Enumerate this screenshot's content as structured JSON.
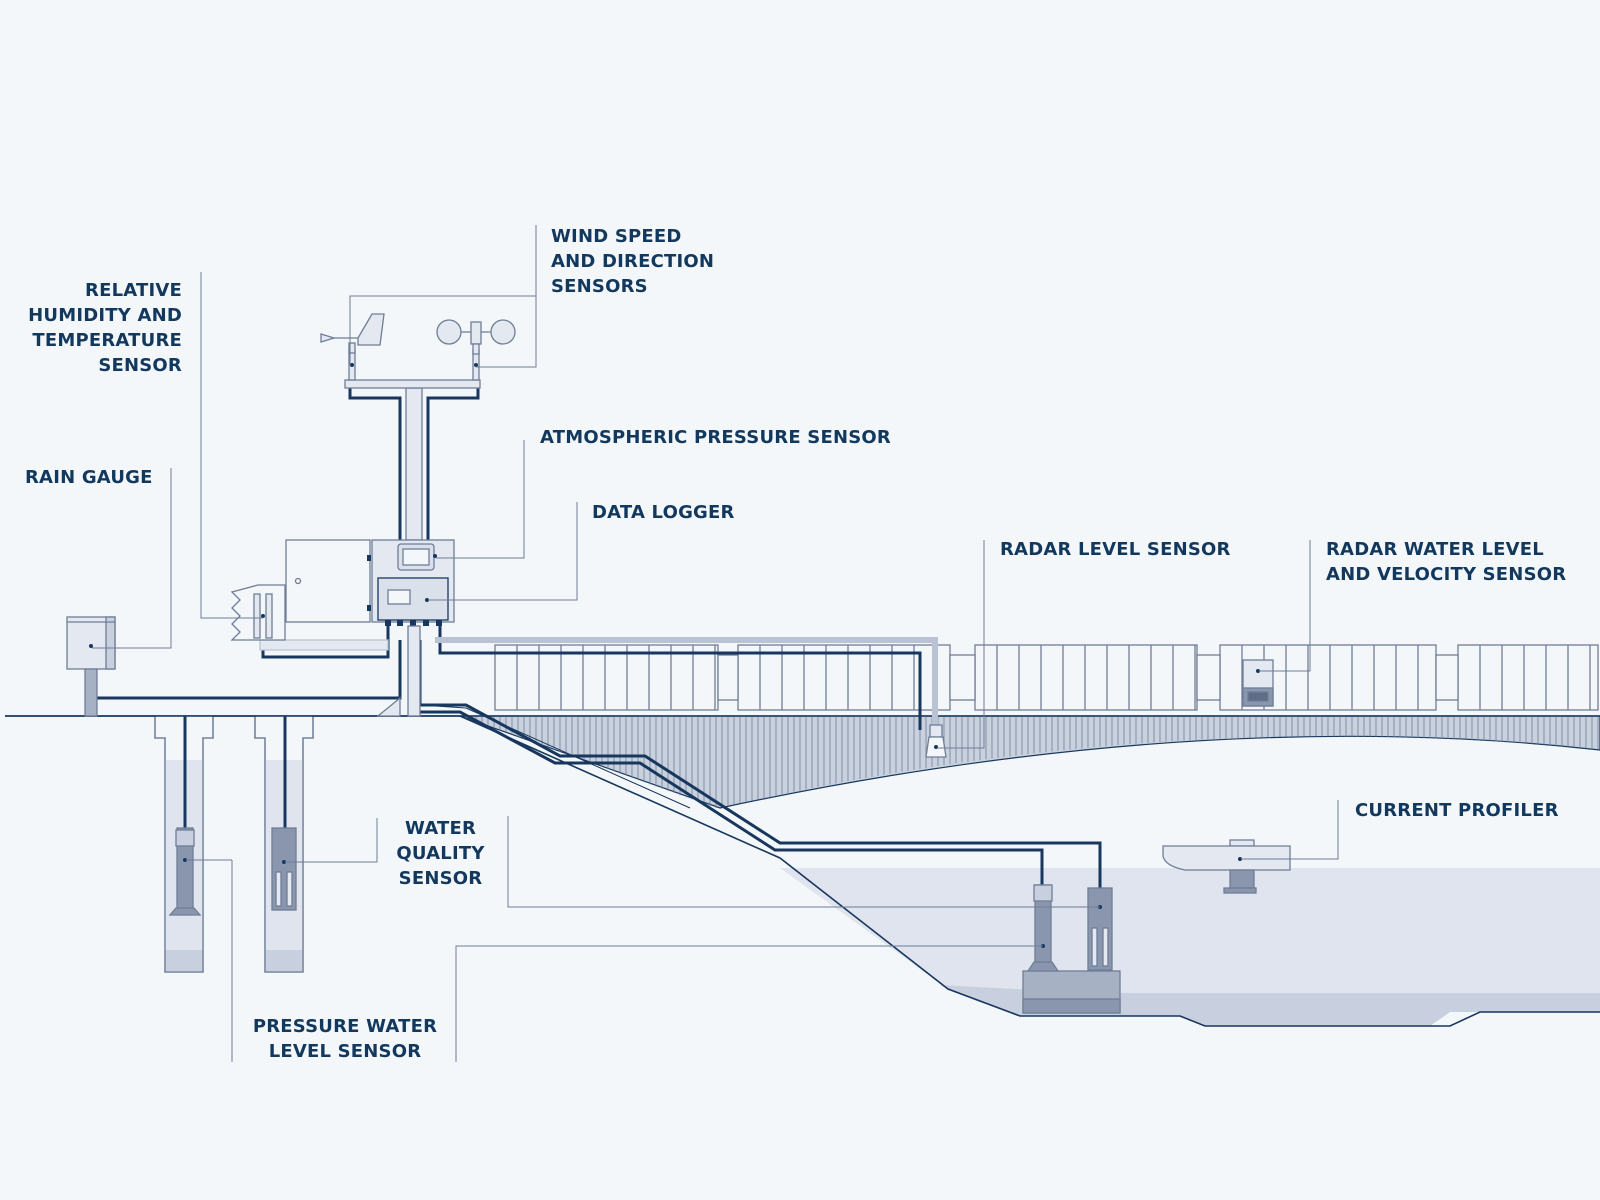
{
  "colors": {
    "background": "#f4f7f9",
    "ink": "#12385e",
    "cable": "#17375e",
    "equipment_fill": "#e3e8f1",
    "equipment_stroke": "#6f7d96",
    "water": "#dfe4ee",
    "water_deep": "#c8cfde"
  },
  "labels": {
    "wind": "WIND SPEED\nAND DIRECTION\nSENSORS",
    "humidity": "RELATIVE\nHUMIDITY AND\nTEMPERATURE\nSENSOR",
    "atmospheric": "ATMOSPHERIC PRESSURE SENSOR",
    "rain": "RAIN GAUGE",
    "logger": "DATA LOGGER",
    "radar_level": "RADAR LEVEL SENSOR",
    "radar_velocity": "RADAR WATER LEVEL\nAND VELOCITY SENSOR",
    "current": "CURRENT PROFILER",
    "water_quality": "WATER\nQUALITY\nSENSOR",
    "pressure_level": "PRESSURE WATER\nLEVEL SENSOR"
  }
}
